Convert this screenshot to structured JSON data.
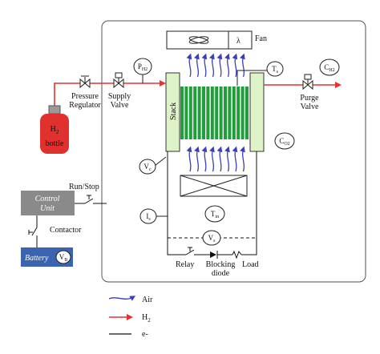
{
  "labels": {
    "fan": "Fan",
    "fan_symbol": "λ",
    "pressure_regulator": [
      "Pressure",
      "Regulator"
    ],
    "supply_valve": [
      "Supply",
      "Valve"
    ],
    "purge_valve": [
      "Purge",
      "Valve"
    ],
    "h2_bottle": [
      "H",
      "2",
      "bottle"
    ],
    "stack": "Stack",
    "run_stop": "Run/Stop",
    "control_unit": [
      "Control",
      "Unit"
    ],
    "contactor": "Contactor",
    "battery": "Battery",
    "relay": "Relay",
    "blocking_diode": [
      "Blocking",
      "diode"
    ],
    "load": "Load"
  },
  "sensors": {
    "p_h2": {
      "main": "P",
      "sub": "H2"
    },
    "t_s": {
      "main": "T",
      "sub": "s"
    },
    "c_h2": {
      "main": "C",
      "sub": "H2"
    },
    "c_o2": {
      "main": "C",
      "sub": "O2"
    },
    "v_c": {
      "main": "V",
      "sub": "c"
    },
    "i_s": {
      "main": "I",
      "sub": "s"
    },
    "t_in": {
      "main": "T",
      "sub": "in"
    },
    "v_s": {
      "main": "V",
      "sub": "s"
    },
    "v_b": {
      "main": "V",
      "sub": "B"
    }
  },
  "legend": [
    {
      "symbol": "air-arrow",
      "label": "Air"
    },
    {
      "symbol": "h2-arrow",
      "label": "H",
      "sub": "2"
    },
    {
      "symbol": "electron-line",
      "label": "e-"
    }
  ],
  "colors": {
    "h2_line": "#e8312f",
    "air_arrow": "#3b3fb8",
    "stack_green": "#1f9e3a",
    "stack_plate": "#dff3c8",
    "bottle_red": "#e0312e",
    "control_unit_fill": "#8a8a8a",
    "battery_fill": "#3a63b0",
    "box_border": "#555555",
    "wire": "#111111"
  }
}
